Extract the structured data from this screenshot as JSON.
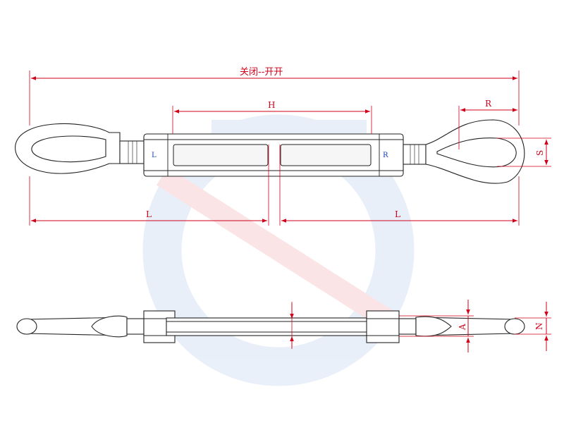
{
  "dimensions": {
    "overall_label": "关闭--开开",
    "body_length": "H",
    "eye_length": "R",
    "eye_width": "S",
    "left_length": "L",
    "right_length": "L",
    "thread_diameter": "A",
    "rod_diameter": "N"
  },
  "markings": {
    "left_thread": "L",
    "right_thread": "R"
  },
  "colors": {
    "dimension": "#d0001a",
    "outline": "#222222",
    "marking": "#1a3fb0",
    "watermark_blue": "#2d6fc4",
    "watermark_red": "#d0001a"
  }
}
